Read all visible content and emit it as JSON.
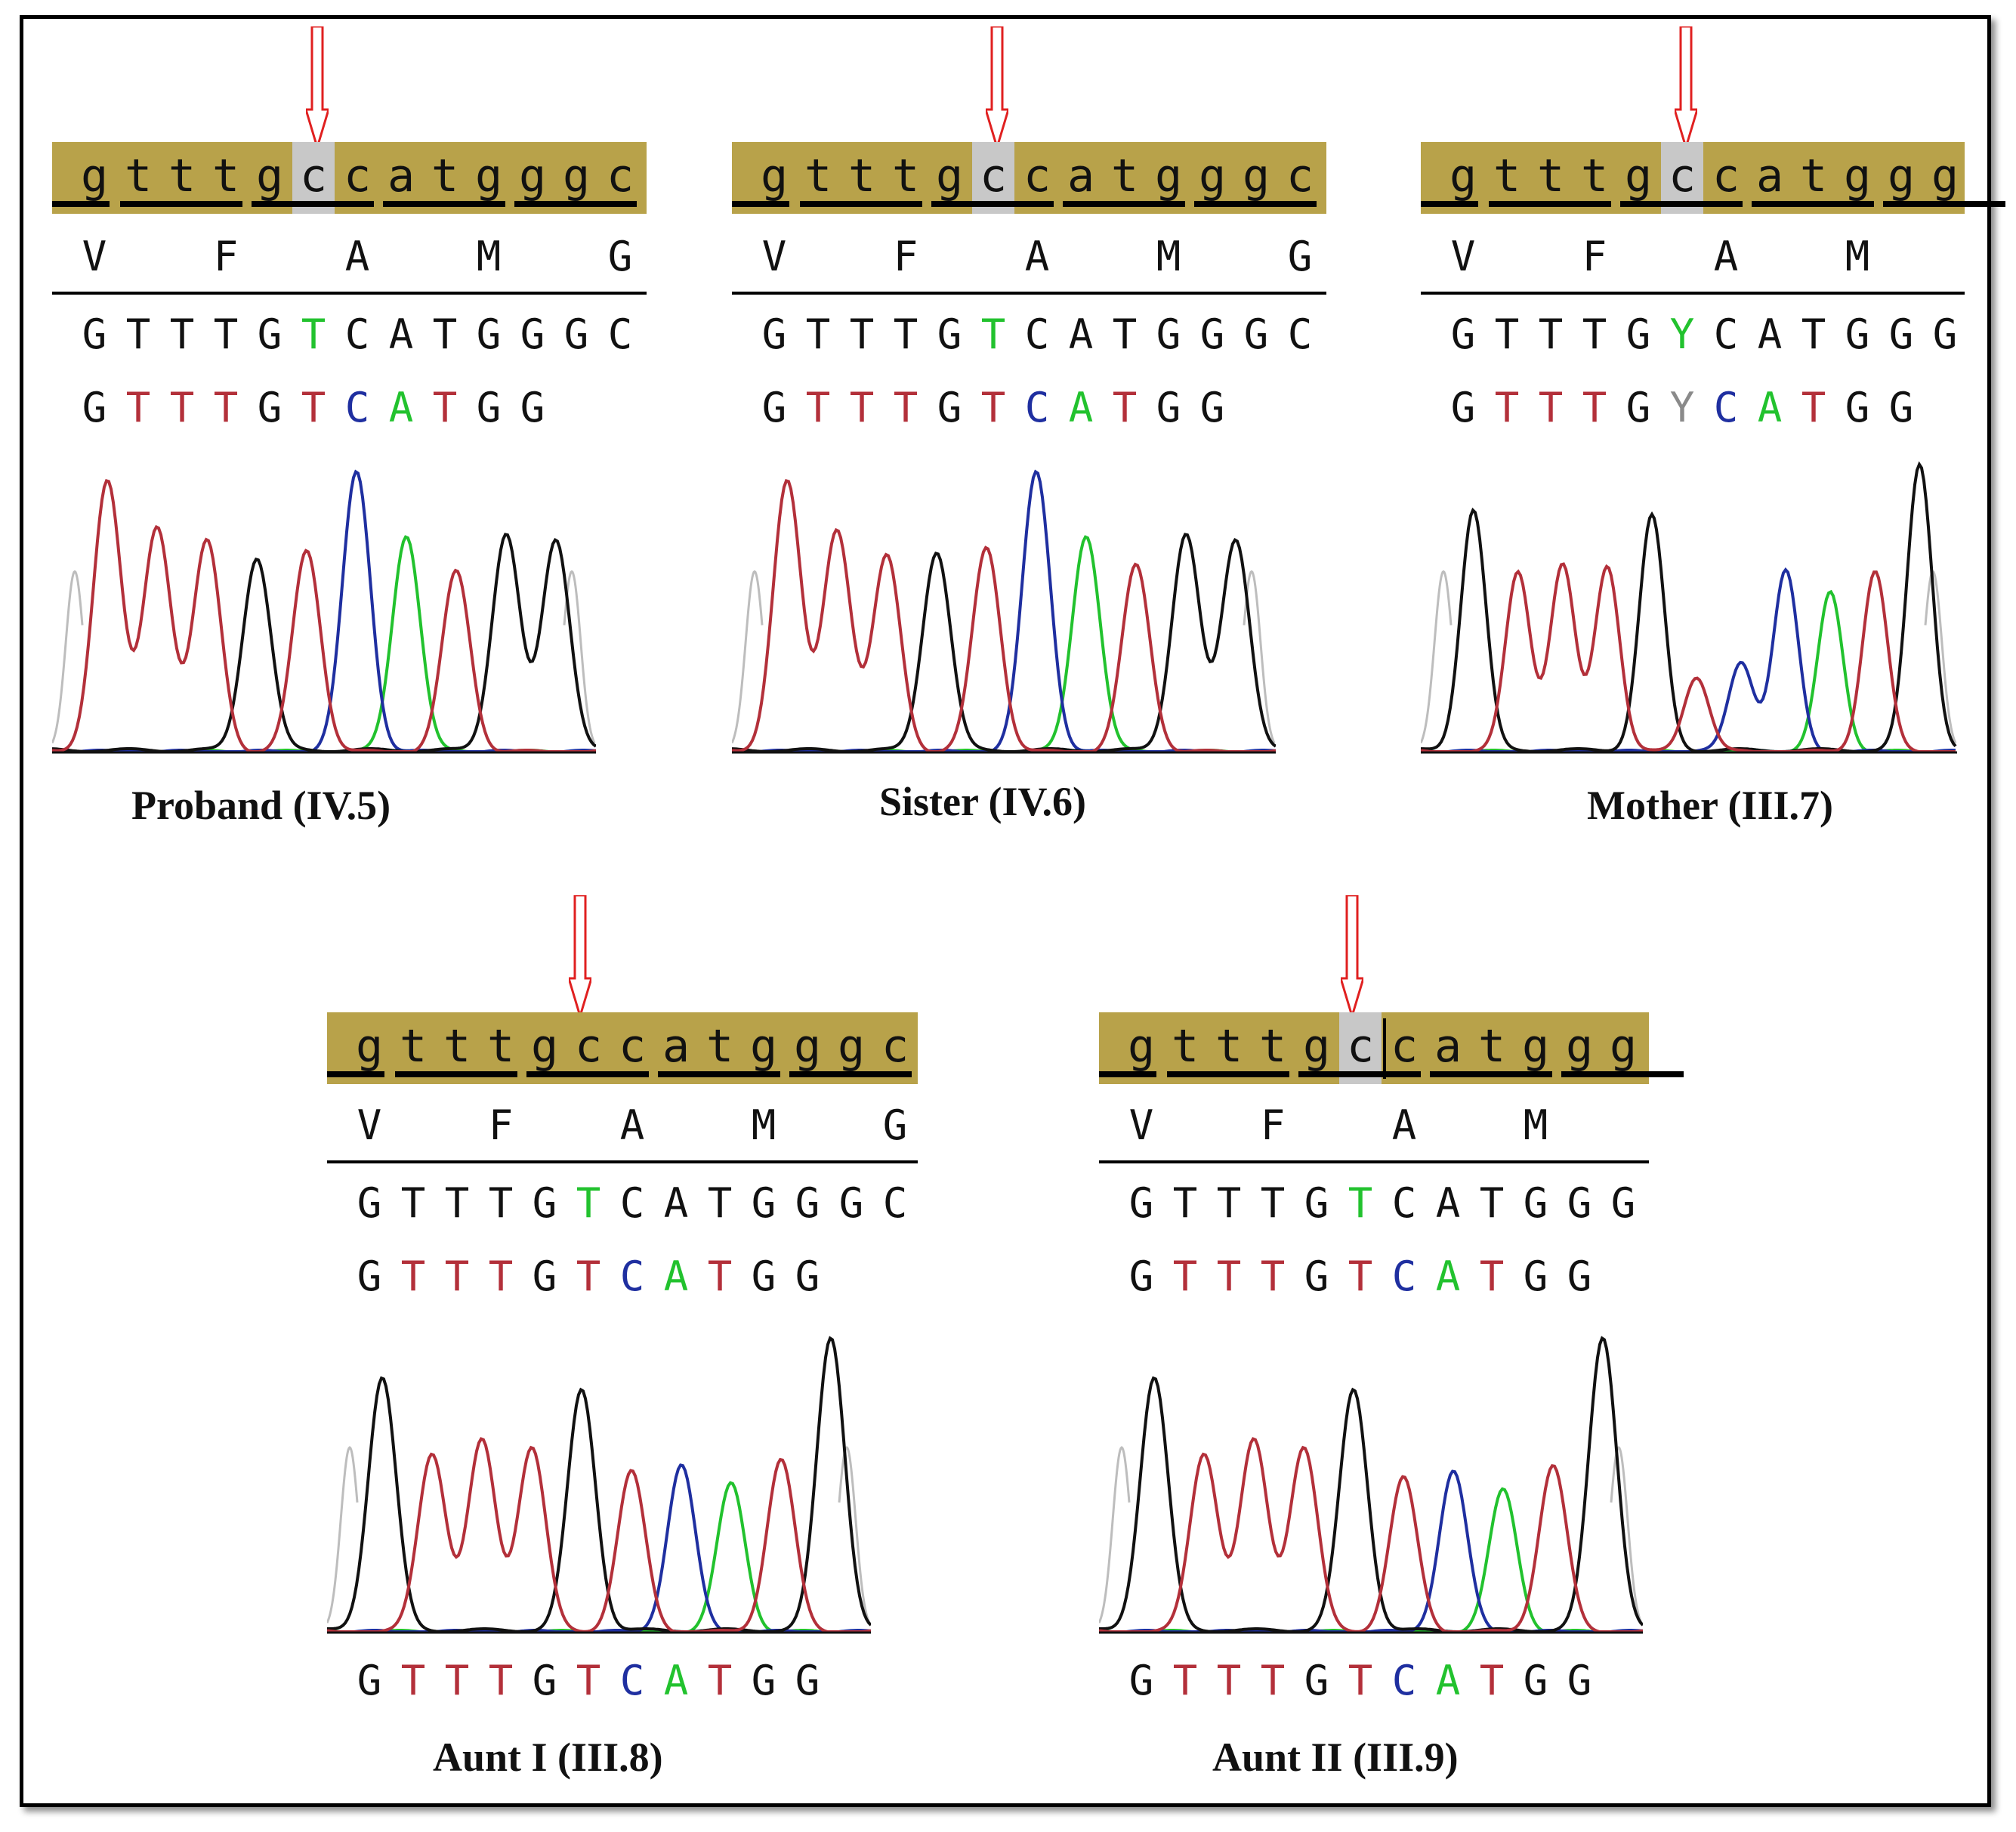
{
  "colors": {
    "A": "#22c22e",
    "C": "#1f2fa0",
    "G": "#111111",
    "T": "#b3303a",
    "Y": "#8a8a8a",
    "ref_bar": "#b8a24a",
    "highlight": "#c8c8c8",
    "arrow": "#e02020"
  },
  "panels": [
    {
      "label": "Proband (IV.5)",
      "ref": [
        "g",
        "t",
        "t",
        "t",
        "g",
        "c",
        "c",
        "a",
        "t",
        "g",
        "g",
        "g",
        "c"
      ],
      "ref_highlight": 5,
      "amino_acids": [
        "V",
        "F",
        "A",
        "M",
        "G"
      ],
      "consensus": [
        "G",
        "T",
        "T",
        "T",
        "G",
        "T",
        "C",
        "A",
        "T",
        "G",
        "G",
        "G",
        "C"
      ],
      "calls": [
        "G",
        "T",
        "T",
        "T",
        "G",
        "T",
        "C",
        "A",
        "T",
        "G",
        "G"
      ],
      "bottom_calls": [],
      "peaks": [
        [
          "T",
          0.9
        ],
        [
          "T",
          0.75
        ],
        [
          "T",
          0.7
        ],
        [
          "G",
          0.64
        ],
        [
          "T",
          0.67
        ],
        [
          "C",
          0.93
        ],
        [
          "A",
          0.72
        ],
        [
          "T",
          0.6
        ],
        [
          "G",
          0.72
        ],
        [
          "G",
          0.7
        ]
      ]
    },
    {
      "label": "Sister (IV.6)",
      "ref": [
        "g",
        "t",
        "t",
        "t",
        "g",
        "c",
        "c",
        "a",
        "t",
        "g",
        "g",
        "g",
        "c"
      ],
      "ref_highlight": 5,
      "amino_acids": [
        "V",
        "F",
        "A",
        "M",
        "G"
      ],
      "consensus": [
        "G",
        "T",
        "T",
        "T",
        "G",
        "T",
        "C",
        "A",
        "T",
        "G",
        "G",
        "G",
        "C"
      ],
      "calls": [
        "G",
        "T",
        "T",
        "T",
        "G",
        "T",
        "C",
        "A",
        "T",
        "G",
        "G"
      ],
      "bottom_calls": [],
      "peaks": [
        [
          "T",
          0.9
        ],
        [
          "T",
          0.74
        ],
        [
          "T",
          0.65
        ],
        [
          "G",
          0.66
        ],
        [
          "T",
          0.68
        ],
        [
          "C",
          0.93
        ],
        [
          "A",
          0.72
        ],
        [
          "T",
          0.62
        ],
        [
          "G",
          0.72
        ],
        [
          "G",
          0.7
        ]
      ]
    },
    {
      "label": "Mother (III.7)",
      "ref": [
        "g",
        "t",
        "t",
        "t",
        "g",
        "c",
        "c",
        "a",
        "t",
        "g",
        "g",
        "g"
      ],
      "ref_highlight": 5,
      "amino_acids": [
        "V",
        "F",
        "A",
        "M"
      ],
      "consensus": [
        "G",
        "T",
        "T",
        "T",
        "G",
        "Y",
        "C",
        "A",
        "T",
        "G",
        "G",
        "G"
      ],
      "calls": [
        "G",
        "T",
        "T",
        "T",
        "G",
        "Y",
        "C",
        "A",
        "T",
        "G",
        "G"
      ],
      "bottom_calls": [],
      "peaks": [
        [
          "G",
          0.8
        ],
        [
          "T",
          0.6
        ],
        [
          "T",
          0.62
        ],
        [
          "T",
          0.62
        ],
        [
          "G",
          0.78
        ],
        [
          "T",
          0.25
        ],
        [
          "C",
          0.3
        ],
        [
          "C",
          0.6
        ],
        [
          "A",
          0.53
        ],
        [
          "T",
          0.6
        ],
        [
          "G",
          0.95
        ]
      ]
    },
    {
      "label": "Aunt I (III.8)",
      "ref": [
        "g",
        "t",
        "t",
        "t",
        "g",
        "c",
        "c",
        "a",
        "t",
        "g",
        "g",
        "g",
        "c"
      ],
      "ref_highlight": -1,
      "amino_acids": [
        "V",
        "F",
        "A",
        "M",
        "G"
      ],
      "consensus": [
        "G",
        "T",
        "T",
        "T",
        "G",
        "T",
        "C",
        "A",
        "T",
        "G",
        "G",
        "G",
        "C"
      ],
      "calls": [
        "G",
        "T",
        "T",
        "T",
        "G",
        "T",
        "C",
        "A",
        "T",
        "G",
        "G"
      ],
      "bottom_calls": [
        "G",
        "T",
        "T",
        "T",
        "G",
        "T",
        "C",
        "A",
        "T",
        "G",
        "G"
      ],
      "peaks": [
        [
          "G",
          0.82
        ],
        [
          "T",
          0.58
        ],
        [
          "T",
          0.62
        ],
        [
          "T",
          0.6
        ],
        [
          "G",
          0.78
        ],
        [
          "T",
          0.52
        ],
        [
          "C",
          0.54
        ],
        [
          "A",
          0.48
        ],
        [
          "T",
          0.56
        ],
        [
          "G",
          0.95
        ]
      ]
    },
    {
      "label": "Aunt II (III.9)",
      "ref": [
        "g",
        "t",
        "t",
        "t",
        "g",
        "c",
        "c",
        "a",
        "t",
        "g",
        "g",
        "g"
      ],
      "ref_highlight": 5,
      "amino_acids": [
        "V",
        "F",
        "A",
        "M"
      ],
      "consensus": [
        "G",
        "T",
        "T",
        "T",
        "G",
        "T",
        "C",
        "A",
        "T",
        "G",
        "G",
        "G"
      ],
      "calls": [
        "G",
        "T",
        "T",
        "T",
        "G",
        "T",
        "C",
        "A",
        "T",
        "G",
        "G"
      ],
      "bottom_calls": [
        "G",
        "T",
        "T",
        "T",
        "G",
        "T",
        "C",
        "A",
        "T",
        "G",
        "G"
      ],
      "peaks": [
        [
          "G",
          0.82
        ],
        [
          "T",
          0.58
        ],
        [
          "T",
          0.62
        ],
        [
          "T",
          0.6
        ],
        [
          "G",
          0.78
        ],
        [
          "T",
          0.5
        ],
        [
          "C",
          0.52
        ],
        [
          "A",
          0.46
        ],
        [
          "T",
          0.54
        ],
        [
          "G",
          0.95
        ]
      ]
    }
  ]
}
